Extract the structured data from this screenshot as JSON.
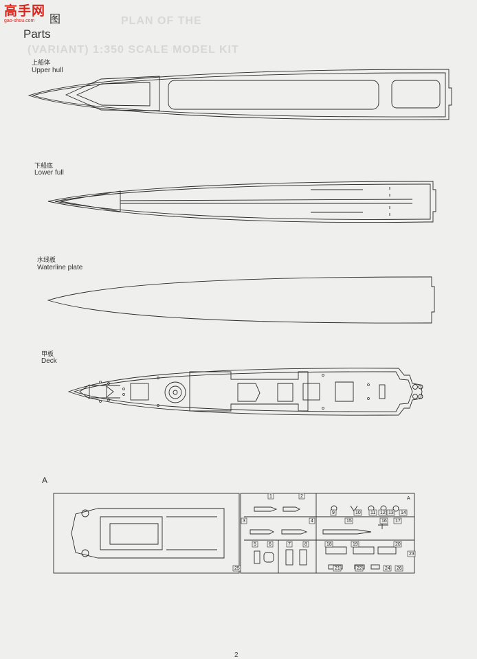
{
  "watermark": {
    "brand": "高手网",
    "url": "gao-shou.com"
  },
  "header": {
    "title_cn": "图",
    "title_en": "Parts"
  },
  "bleed_through": {
    "line1": "PLAN OF THE",
    "line2": "(VARIANT) 1:350 SCALE MODEL KIT"
  },
  "parts": [
    {
      "label_cn": "上船体",
      "label_en": "Upper hull"
    },
    {
      "label_cn": "下船底",
      "label_en": "Lower full"
    },
    {
      "label_cn": "水线板",
      "label_en": "Waterline plate"
    },
    {
      "label_cn": "甲板",
      "label_en": "Deck"
    }
  ],
  "sprue": {
    "label": "A",
    "corner_label": "A",
    "part_numbers": [
      "1",
      "2",
      "3",
      "4",
      "5",
      "6",
      "7",
      "8",
      "9",
      "10",
      "11",
      "12",
      "13",
      "14",
      "15",
      "16",
      "17",
      "18",
      "19",
      "20",
      "21",
      "22",
      "23",
      "24",
      "25",
      "26"
    ]
  },
  "page_number": "2"
}
